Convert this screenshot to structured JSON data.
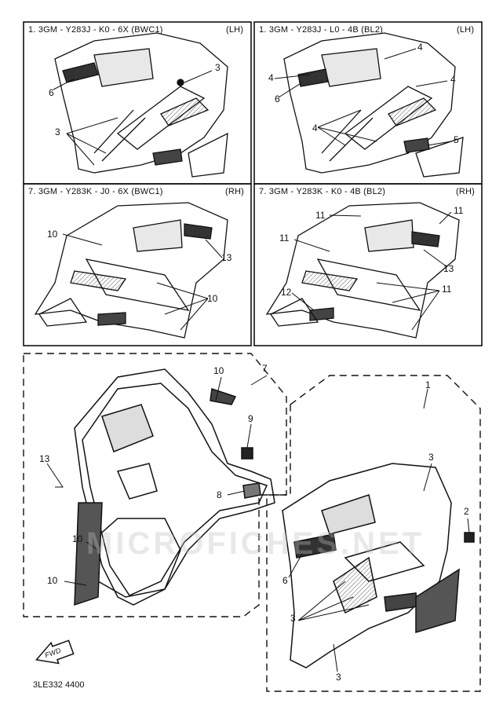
{
  "panels": [
    {
      "code": "1. 3GM - Y283J - K0 - 6X (BWC1)",
      "side": "(LH)"
    },
    {
      "code": "1. 3GM - Y283J - L0 - 4B (BL2)",
      "side": "(LH)"
    },
    {
      "code": "7. 3GM - Y283K - J0 - 6X (BWC1)",
      "side": "(RH)"
    },
    {
      "code": "7. 3GM - Y283K - K0 - 4B (BL2)",
      "side": "(RH)"
    }
  ],
  "callouts": {
    "p1": [
      "3",
      "6",
      "3"
    ],
    "p2": [
      "4",
      "4",
      "4",
      "6",
      "4",
      "5"
    ],
    "p3": [
      "10",
      "13",
      "10"
    ],
    "p4": [
      "11",
      "11",
      "11",
      "13",
      "11",
      "12"
    ],
    "left_assy": [
      "7",
      "10",
      "9",
      "8",
      "13",
      "10",
      "10"
    ],
    "right_assy": [
      "1",
      "3",
      "2",
      "6",
      "3",
      "3"
    ]
  },
  "fwd_label": "FWD",
  "watermark": "MICROFICHES.NET",
  "footer_code": "3LE332 4400"
}
